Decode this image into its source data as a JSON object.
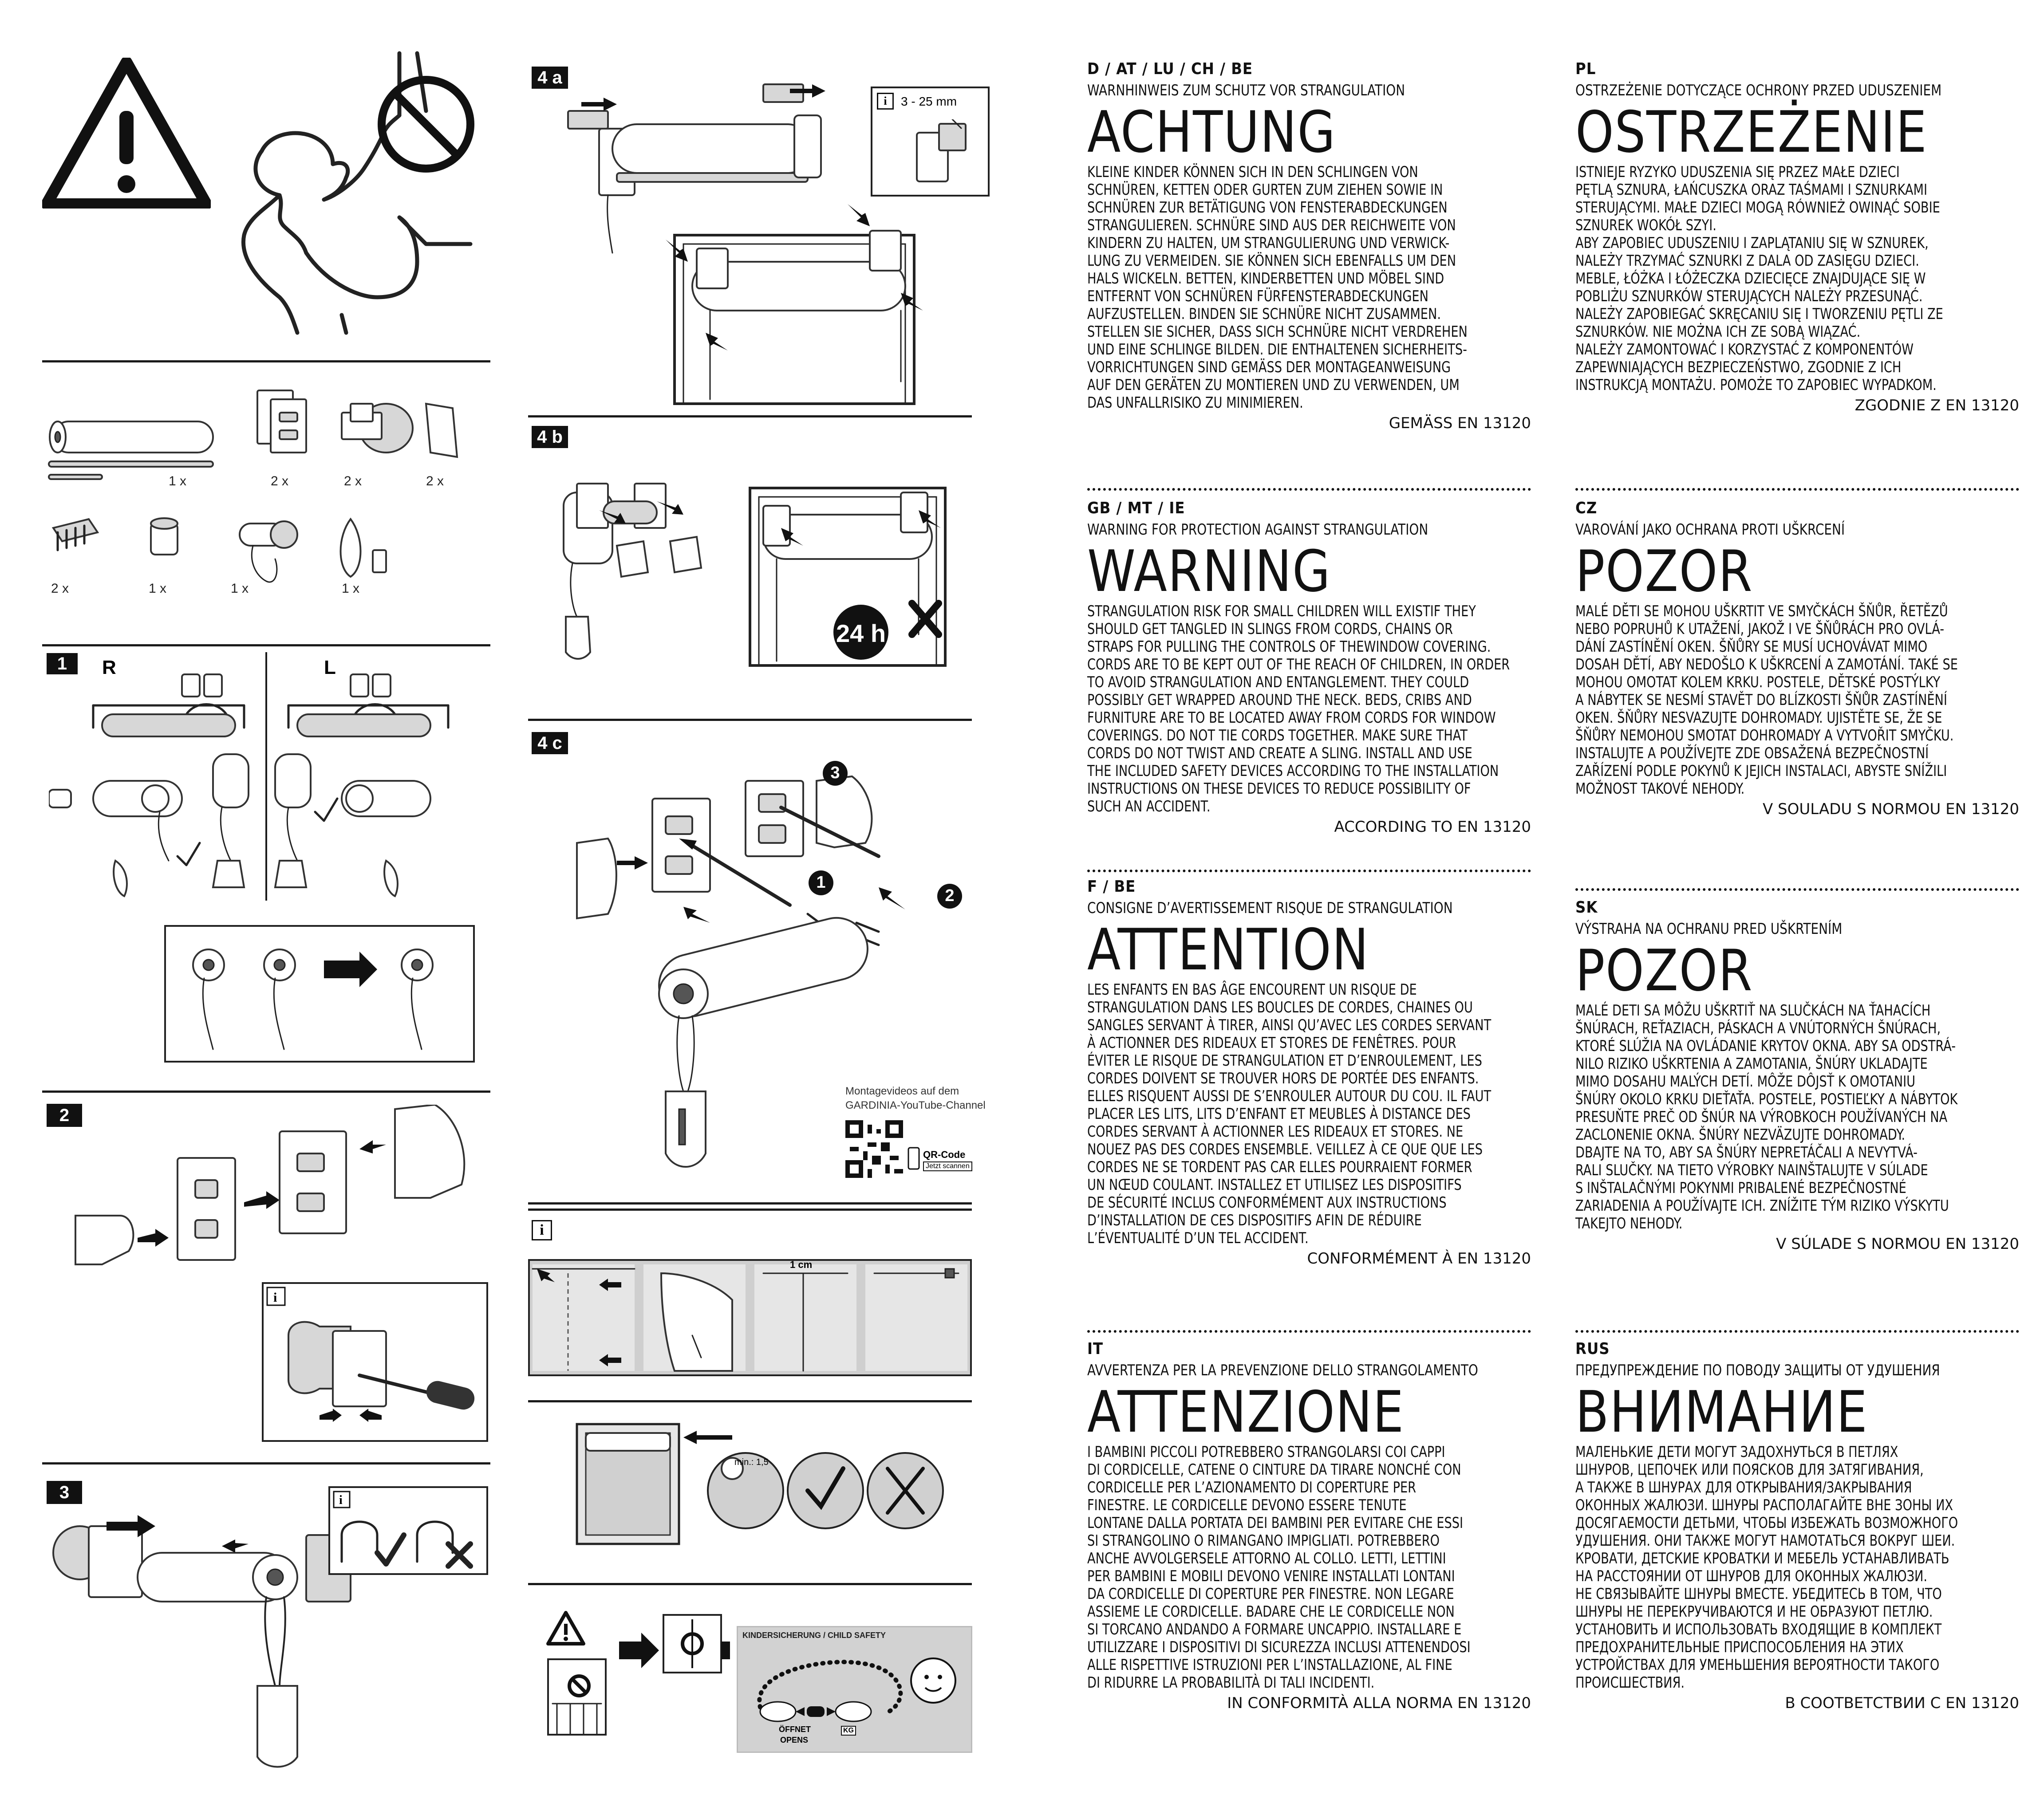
{
  "left": {
    "qty": {
      "row1": [
        "1 x",
        "2 x",
        "2 x",
        "2 x"
      ],
      "row2": [
        "2 x",
        "1 x",
        "1 x",
        "1 x"
      ]
    },
    "steps": {
      "s1": "1",
      "s2": "2",
      "s3": "3",
      "r": "R",
      "l": "L"
    },
    "info_icon": "i"
  },
  "middle": {
    "steps": {
      "s4a": "4 a",
      "s4b": "4 b",
      "s4c": "4 c"
    },
    "gap_range": "3 - 25 mm",
    "wait_badge": "24 h",
    "youtube_note_line1": "Montagevideos auf dem",
    "youtube_note_line2": "GARDINIA-YouTube-Channel",
    "qr_label": "QR-Code",
    "qr_sub": "Jetzt scannen",
    "cm_label": "1 cm",
    "min_label": "min.: 1,5",
    "child_safety_title": "KINDERSICHERUNG / CHILD SAFETY",
    "opens_de": "ÖFFNET",
    "opens_en": "OPENS",
    "kg_label": "KG",
    "callouts": [
      "1",
      "2",
      "3"
    ],
    "info_icon": "i"
  },
  "sections": [
    {
      "lang": "D / AT / LU / CH / BE",
      "subtitle": "WARNHINWEIS ZUM SCHUTZ VOR STRANGULATION",
      "heading": "ACHTUNG",
      "body": "KLEINE KINDER KÖNNEN SICH IN DEN SCHLINGEN VON\nSCHNÜREN, KETTEN ODER GURTEN ZUM ZIEHEN SOWIE IN\nSCHNÜREN ZUR BETÄTIGUNG VON FENSTERABDECKUNGEN\nSTRANGULIEREN. SCHNÜRE SIND AUS DER REICHWEITE VON\nKINDERN ZU HALTEN, UM STRANGULIERUNG UND VERWICK-\nLUNG ZU VERMEIDEN. SIE KÖNNEN SICH EBENFALLS UM DEN\nHALS WICKELN. BETTEN, KINDERBETTEN UND MÖBEL SIND\nENTFERNT VON SCHNÜREN FÜRFENSTERABDECKUNGEN\nAUFZUSTELLEN. BINDEN SIE SCHNÜRE NICHT ZUSAMMEN.\nSTELLEN SIE SICHER, DASS SICH SCHNÜRE NICHT VERDREHEN\nUND EINE SCHLINGE BILDEN. DIE ENTHALTENEN SICHERHEITS-\nVORRICHTUNGEN SIND GEMÄSS DER MONTAGEANWEISUNG\nAUF DEN GERÄTEN ZU MONTIEREN UND ZU VERWENDEN, UM\nDAS UNFALLRISIKO ZU MINIMIEREN.",
      "norm": "GEMÄSS EN 13120"
    },
    {
      "lang": "GB / MT / IE",
      "subtitle": "WARNING FOR PROTECTION AGAINST STRANGULATION",
      "heading": "WARNING",
      "body": "STRANGULATION RISK FOR SMALL CHILDREN WILL EXISTIF THEY\nSHOULD GET TANGLED IN SLINGS FROM CORDS, CHAINS OR\nSTRAPS FOR PULLING THE CONTROLS OF THEWINDOW COVERING.\nCORDS ARE TO BE KEPT OUT OF THE REACH OF CHILDREN, IN ORDER\nTO AVOID STRANGULATION AND ENTANGLEMENT. THEY COULD\nPOSSIBLY GET WRAPPED AROUND THE NECK. BEDS, CRIBS AND\nFURNITURE ARE TO BE LOCATED AWAY FROM CORDS FOR WINDOW\nCOVERINGS. DO NOT TIE CORDS TOGETHER. MAKE SURE THAT\nCORDS DO NOT TWIST AND CREATE A SLING. INSTALL AND USE\nTHE INCLUDED SAFETY DEVICES ACCORDING TO THE INSTALLATION\nINSTRUCTIONS ON THESE DEVICES TO REDUCE POSSIBILITY OF\nSUCH AN ACCIDENT.",
      "norm": "ACCORDING TO EN 13120"
    },
    {
      "lang": "F / BE",
      "subtitle": "CONSIGNE D’AVERTISSEMENT RISQUE DE STRANGULATION",
      "heading": "ATTENTION",
      "body": "LES ENFANTS EN BAS ÂGE ENCOURENT UN RISQUE DE\nSTRANGULATION DANS LES BOUCLES DE CORDES, CHAINES OU\nSANGLES SERVANT À TIRER, AINSI QU’AVEC LES CORDES SERVANT\nÀ ACTIONNER DES RIDEAUX ET STORES DE FENÊTRES. POUR\nÉVITER LE RISQUE DE STRANGULATION ET D’ENROULEMENT, LES\nCORDES DOIVENT SE TROUVER HORS DE PORTÉE DES ENFANTS.\nELLES RISQUENT AUSSI DE S’ENROULER AUTOUR DU COU. IL FAUT\nPLACER LES LITS, LITS D’ENFANT ET MEUBLES À DISTANCE DES\nCORDES SERVANT À ACTIONNER LES RIDEAUX ET STORES. NE\nNOUEZ PAS DES CORDES ENSEMBLE. VEILLEZ À CE QUE QUE LES\nCORDES NE SE TORDENT PAS CAR ELLES POURRAIENT FORMER\nUN NŒUD COULANT. INSTALLEZ ET UTILISEZ LES DISPOSITIFS\nDE SÉCURITÉ INCLUS CONFORMÉMENT AUX INSTRUCTIONS\nD’INSTALLATION DE CES DISPOSITIFS AFIN DE RÉDUIRE\nL’ÉVENTUALITÉ D’UN TEL ACCIDENT.",
      "norm": "CONFORMÉMENT À EN 13120"
    },
    {
      "lang": "IT",
      "subtitle": "AVVERTENZA PER LA PREVENZIONE DELLO STRANGOLAMENTO",
      "heading": "ATTENZIONE",
      "body": "I BAMBINI PICCOLI POTREBBERO STRANGOLARSI COI CAPPI\nDI CORDICELLE, CATENE O CINTURE DA TIRARE NONCHÉ CON\nCORDICELLE PER L’AZIONAMENTO DI COPERTURE PER\nFINESTRE. LE CORDICELLE DEVONO ESSERE TENUTE\nLONTANE DALLA PORTATA DEI BAMBINI PER EVITARE CHE ESSI\nSI STRANGOLINO O RIMANGANO IMPIGLIATI. POTREBBERO\nANCHE AVVOLGERSELE ATTORNO AL COLLO. LETTI, LETTINI\nPER BAMBINI E MOBILI DEVONO VENIRE INSTALLATI LONTANI\nDA CORDICELLE DI COPERTURE PER FINESTRE. NON LEGARE\nASSIEME LE CORDICELLE. BADARE CHE LE CORDICELLE NON\nSI TORCANO ANDANDO A FORMARE UNCAPPIO. INSTALLARE E\nUTILIZZARE I DISPOSITIVI DI SICUREZZA INCLUSI ATTENENDOSI\nALLE RISPETTIVE ISTRUZIONI PER L’INSTALLAZIONE, AL FINE\nDI RIDURRE LA PROBABILITÀ DI TALI INCIDENTI.",
      "norm": "IN CONFORMITÀ ALLA NORMA EN 13120"
    },
    {
      "lang": "PL",
      "subtitle": "OSTRZEŻENIE DOTYCZĄCE OCHRONY PRZED UDUSZENIEM",
      "heading": "OSTRZEŻENIE",
      "body": "ISTNIEJE RYZYKO UDUSZENIA SIĘ PRZEZ MAŁE DZIECI\nPĘTLĄ SZNURA, ŁAŃCUSZKA ORAZ TAŚMAMI I SZNURKAMI\nSTERUJĄCYMI. MAŁE DZIECI MOGĄ RÓWNIEŻ OWINĄĆ SOBIE\nSZNUREK WOKÓŁ SZYI.\nABY ZAPOBIEC UDUSZENIU I ZAPLĄTANIU SIĘ W SZNUREK,\nNALEŻY TRZYMAĆ SZNURKI Z DALA OD ZASIĘGU DZIECI.\nMEBLE, ŁÓŻKA I ŁÓŻECZKA DZIECIĘCE ZNAJDUJĄCE SIĘ W\nPOBLIŻU SZNURKÓW STERUJĄCYCH NALEŻY PRZESUNĄĆ.\nNALEŻY ZAPOBIEGAĆ SKRĘCANIU SIĘ I TWORZENIU PĘTLI ZE\nSZNURKÓW. NIE MOŻNA ICH ZE SOBĄ WIĄZAĆ.\nNALEŻY ZAMONTOWAĆ I KORZYSTAĆ Z KOMPONENTÓW\nZAPEWNIAJĄCYCH BEZPIECZEŃSTWO, ZGODNIE Z ICH\nINSTRUKCJĄ MONTAŻU. POMOŻE TO ZAPOBIEC WYPADKOM.",
      "norm": "ZGODNIE Z EN 13120"
    },
    {
      "lang": "CZ",
      "subtitle": "VAROVÁNÍ JAKO OCHRANA PROTI UŠKRCENÍ",
      "heading": "POZOR",
      "body": "MALÉ DĚTI SE MOHOU UŠKRTIT VE SMYČKÁCH ŠŇŮR, ŘETĚZŮ\nNEBO POPRUHŮ K UTAŽENÍ, JAKOŽ I VE ŠŇŮRÁCH PRO OVLÁ-\nDÁNÍ ZASTÍNĚNÍ OKEN. ŠŇŮRY SE MUSÍ UCHOVÁVAT MIMO\nDOSAH DĚTÍ, ABY NEDOŠLO K UŠKRCENÍ A ZAMOTÁNÍ. TAKÉ SE\nMOHOU OMOTAT KOLEM KRKU. POSTELE, DĚTSKÉ POSTÝLKY\nA NÁBYTEK SE NESMÍ STAVĚT DO BLÍZKOSTI ŠŇŮR ZASTÍNĚNÍ\nOKEN. ŠŇŮRY NESVAZUJTE DOHROMADY. UJISTĚTE SE, ŽE SE\nŠŇŮRY NEMOHOU SMOTAT DOHROMADY A VYTVOŘIT SMYČKU.\nINSTALUJTE A POUŽÍVEJTE ZDE OBSAŽENÁ BEZPEČNOSTNÍ\nZAŘÍZENÍ PODLE POKYNŮ K JEJICH INSTALACI, ABYSTE SNÍŽILI\nMOŽNOST TAKOVÉ NEHODY.",
      "norm": "V SOULADU S NORMOU EN 13120"
    },
    {
      "lang": "SK",
      "subtitle": "VÝSTRAHA NA OCHRANU PRED UŠKRTENÍM",
      "heading": "POZOR",
      "body": "MALÉ DETI SA MÔŽU UŠKRTIŤ NA SLUČKÁCH NA ŤAHACÍCH\nŠNÚRACH, REŤAZIACH, PÁSKACH A VNÚTORNÝCH ŠNÚRACH,\nKTORÉ SLÚŽIA NA OVLÁDANIE KRYTOV OKNA. ABY SA ODSTRÁ-\nNILO RIZIKO UŠKRTENIA A ZAMOTANIA, ŠNÚRY UKLADAJTE\nMIMO DOSAHU MALÝCH DETÍ. MÔŽE DÔJSŤ K OMOTANIU\nŠNÚRY OKOLO KRKU DIEŤAŤA. POSTELE, POSTIEĽKY A NÁBYTOK\nPRESUŇTE PREČ OD ŠNÚR NA VÝROBKOCH POUŽÍVANÝCH NA\nZACLONENIE OKNA. ŠNÚRY NEZVÄZUJTE DOHROMADY.\nDBAJTE NA TO, ABY SA ŠNÚRY NEPRETÁČALI A NEVYTVÁ-\nRALI SLUČKY. NA TIETO VÝROBKY NAINŠTALUJTE V SÚLADE\nS INŠTALAČNÝMI POKYNMI PRIBALENÉ BEZPEČNOSTNÉ\nZARIADENIA A POUŽÍVAJTE ICH. ZNÍŽITE TÝM RIZIKO VÝSKYTU\nTAKEJTO NEHODY.",
      "norm": "V SÚLADE S NORMOU EN 13120"
    },
    {
      "lang": "RUS",
      "subtitle": "ПРЕДУПРЕЖДЕНИЕ ПО ПОВОДУ ЗАЩИТЫ ОТ УДУШЕНИЯ",
      "heading": "ВНИМАНИЕ",
      "body": "МАЛЕНЬКИЕ ДЕТИ МОГУТ ЗАДОХНУТЬСЯ В ПЕТЛЯХ\nШНУРОВ, ЦЕПОЧЕК ИЛИ ПОЯСКОВ ДЛЯ ЗАТЯГИВАНИЯ,\nА ТАКЖЕ В ШНУРАХ ДЛЯ ОТКРЫВАНИЯ/ЗАКРЫВАНИЯ\nОКОННЫХ ЖАЛЮЗИ. ШНУРЫ РАСПОЛАГАЙТЕ ВНЕ ЗОНЫ ИХ\nДОСЯГАЕМОСТИ ДЕТЬМИ, ЧТОБЫ ИЗБЕЖАТЬ ВОЗМОЖНОГО\nУДУШЕНИЯ. ОНИ ТАКЖЕ МОГУТ НАМОТАТЬСЯ ВОКРУГ ШЕИ.\nКРОВАТИ, ДЕТСКИЕ КРОВАТКИ И МЕБЕЛЬ УСТАНАВЛИВАТЬ\nНА РАССТОЯНИИ ОТ ШНУРОВ ДЛЯ ОКОННЫХ ЖАЛЮЗИ.\nНЕ СВЯЗЫВАЙТЕ ШНУРЫ ВМЕСТЕ. УБЕДИТЕСЬ В ТОМ, ЧТО\nШНУРЫ НЕ ПЕРЕКРУЧИВАЮТСЯ И НЕ ОБРАЗУЮТ ПЕТЛЮ.\nУСТАНОВИТЬ И ИСПОЛЬЗОВАТЬ ВХОДЯЩИЕ В КОМПЛЕКТ\nПРЕДОХРАНИТЕЛЬНЫЕ ПРИСПОСОБЛЕНИЯ НА ЭТИХ\nУСТРОЙСТВАХ ДЛЯ УМЕНЬШЕНИЯ ВЕРОЯТНОСТИ ТАКОГО\nПРОИСШЕСТВИЯ.",
      "norm": "В СООТВЕТСТВИИ С EN 13120"
    }
  ]
}
